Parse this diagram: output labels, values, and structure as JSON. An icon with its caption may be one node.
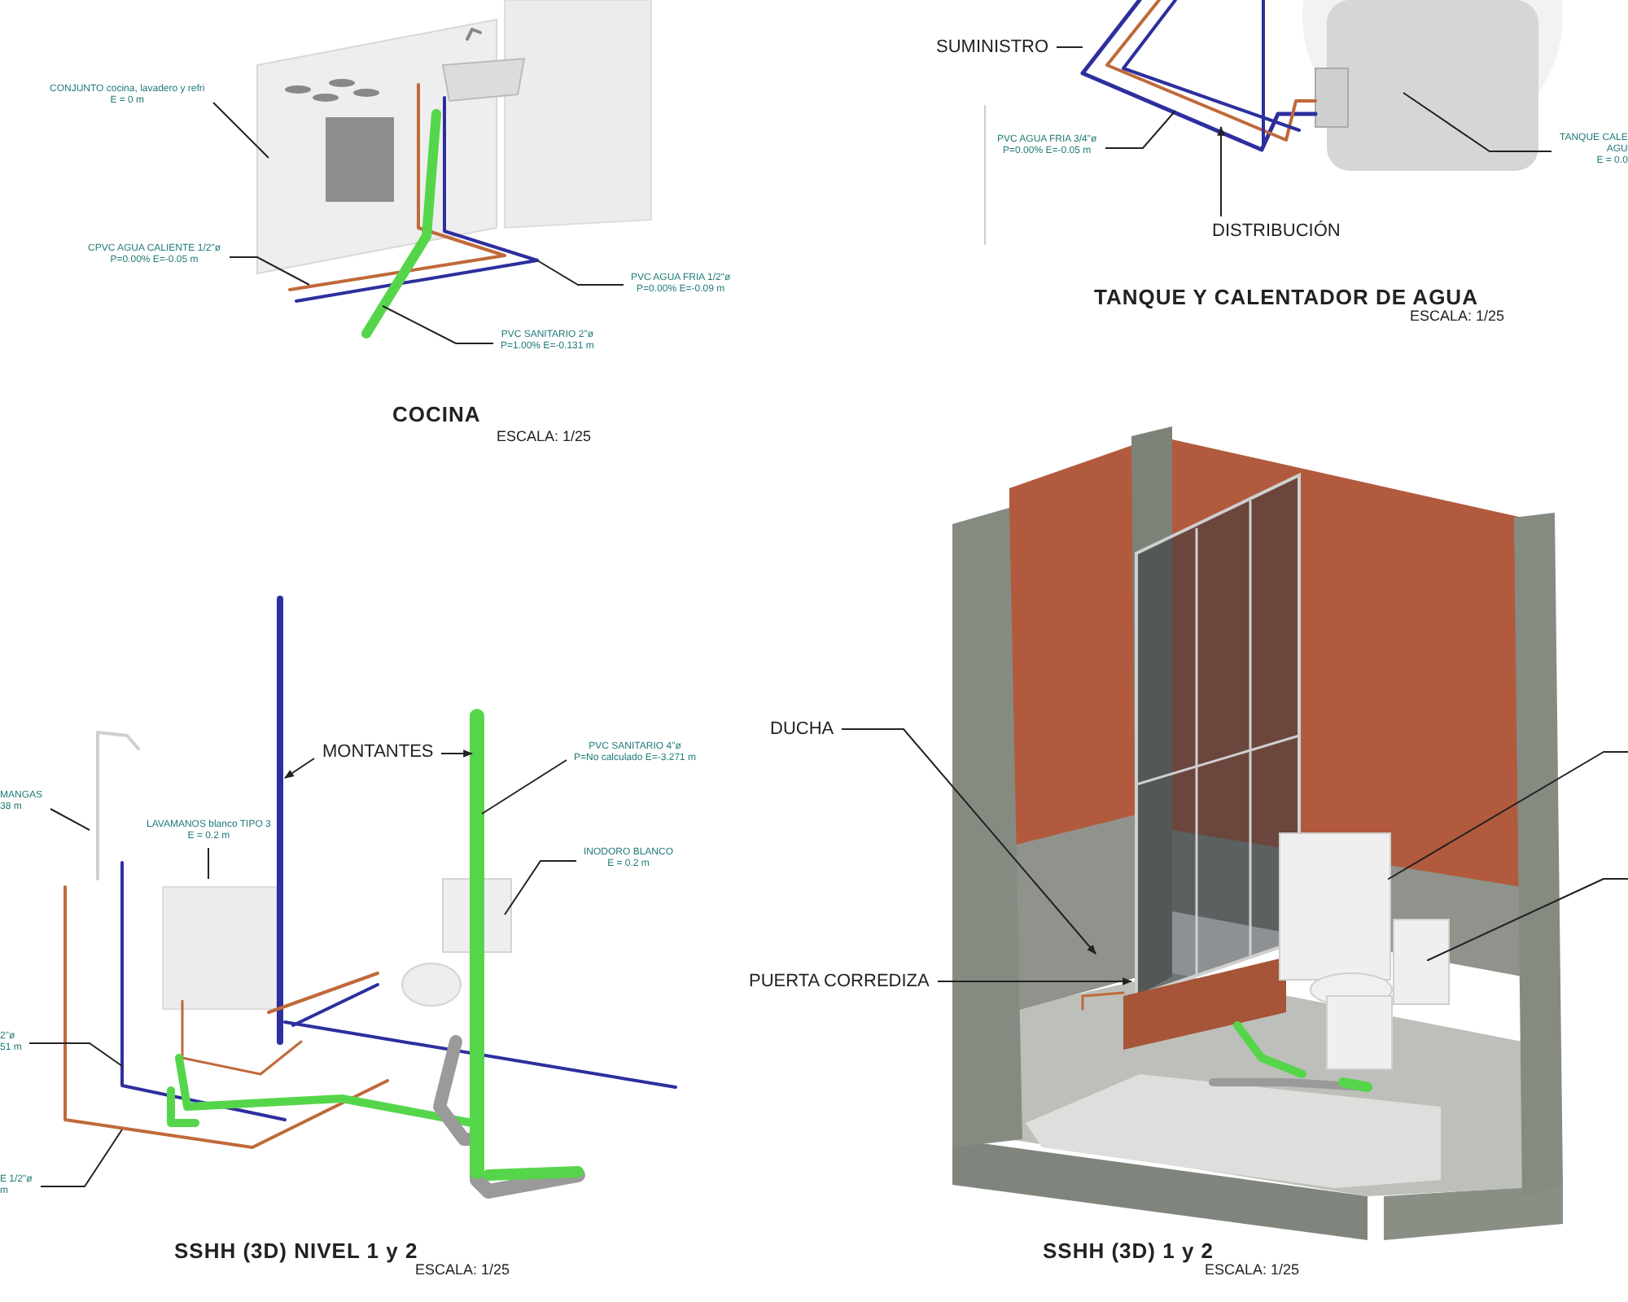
{
  "diagram": {
    "nodes": [
      {
        "text": [
          "CONJUNTO cocina, lavadero y refri",
          "E = 0 m"
        ]
      },
      {
        "text": [
          "CPVC AGUA CALIENTE 1/2\"ø",
          "P=0.00% E=-0.05 m"
        ]
      },
      {
        "text": [
          "PVC AGUA FRIA 1/2\"ø",
          "P=0.00% E=-0.09 m"
        ]
      },
      {
        "text": [
          "PVC SANITARIO 2\"ø",
          "P=1.00% E=-0.131 m"
        ]
      },
      {
        "text": [
          "SUMINISTRO"
        ]
      },
      {
        "text": [
          "PVC AGUA FRIA 3/4\"ø",
          "P=0.00% E=-0.05 m"
        ]
      },
      {
        "text": [
          "DISTRIBUCIÓN"
        ]
      },
      {
        "text": [
          "TANQUE CALE",
          "AGU",
          "E = 0.0"
        ]
      },
      {
        "text": [
          "MANGAS",
          "38 m"
        ]
      },
      {
        "text": [
          "LAVAMANOS blanco TIPO 3",
          "E = 0.2 m"
        ]
      },
      {
        "text": [
          "MONTANTES"
        ]
      },
      {
        "text": [
          "PVC SANITARIO 4\"ø",
          "P=No calculado E=-3.271 m"
        ]
      },
      {
        "text": [
          "INODORO BLANCO",
          "E = 0.2 m"
        ]
      },
      {
        "text": [
          "2\"ø",
          "51 m"
        ]
      },
      {
        "text": [
          "E 1/2\"ø",
          "m"
        ]
      },
      {
        "text": [
          "DUCHA"
        ]
      },
      {
        "text": [
          "PUERTA CORREDIZA"
        ]
      }
    ],
    "edges": [
      {
        "from": 0,
        "to": null,
        "arrow": "none"
      },
      {
        "from": 1,
        "to": null,
        "arrow": "none"
      },
      {
        "from": 2,
        "to": null,
        "arrow": "none"
      },
      {
        "from": 3,
        "to": null,
        "arrow": "none"
      },
      {
        "from": 4,
        "to": null,
        "arrow": "none"
      },
      {
        "from": 5,
        "to": null,
        "arrow": "none"
      },
      {
        "from": 6,
        "to": null,
        "arrow": "to"
      },
      {
        "from": 7,
        "to": null,
        "arrow": "none"
      },
      {
        "from": 8,
        "to": null,
        "arrow": "none"
      },
      {
        "from": 9,
        "to": null,
        "arrow": "none"
      },
      {
        "from": 10,
        "to": null,
        "arrow": "to"
      },
      {
        "from": 10,
        "to": null,
        "arrow": "to"
      },
      {
        "from": 11,
        "to": null,
        "arrow": "none"
      },
      {
        "from": 12,
        "to": null,
        "arrow": "none"
      },
      {
        "from": 13,
        "to": null,
        "arrow": "none"
      },
      {
        "from": 14,
        "to": null,
        "arrow": "none"
      },
      {
        "from": 15,
        "to": null,
        "arrow": "to"
      },
      {
        "from": 16,
        "to": null,
        "arrow": "to"
      }
    ],
    "labels": [
      "COCINA",
      "ESCALA: 1/25",
      "TANQUE Y CALENTADOR DE AGUA",
      "ESCALA: 1/25",
      "SSHH (3D) NIVEL 1 y 2",
      "ESCALA: 1/25",
      "SSHH (3D) 1 y 2",
      "ESCALA: 1/25"
    ]
  }
}
